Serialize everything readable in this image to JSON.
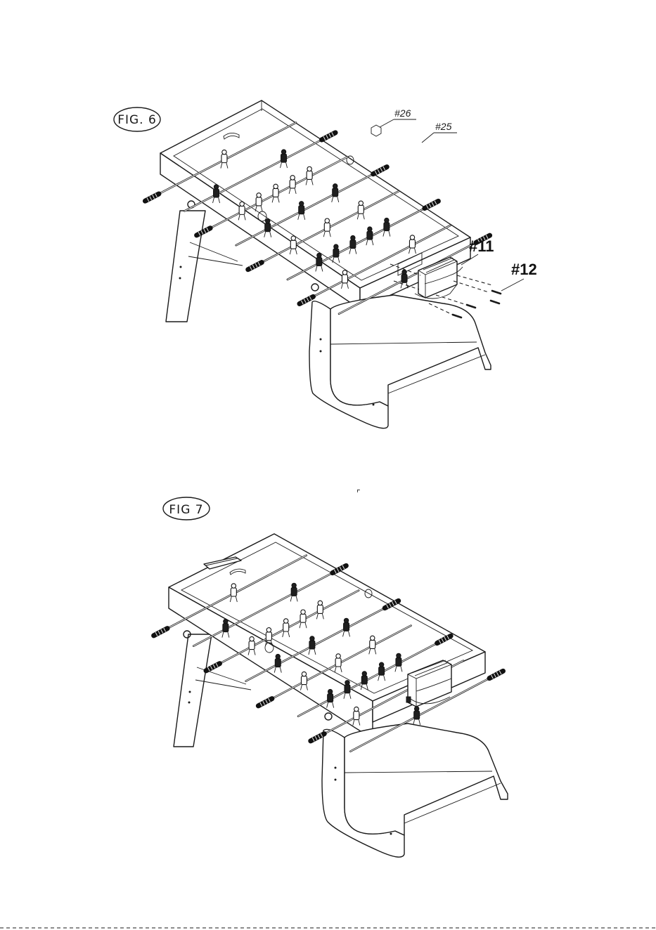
{
  "figures": [
    {
      "id": "fig6",
      "label": "FIG. 6",
      "callouts": {
        "part26": "#26",
        "part25": "#25",
        "part11": "#11",
        "part12": "#12"
      }
    },
    {
      "id": "fig7",
      "label": "FIG 7",
      "callouts": {}
    }
  ],
  "stray_mark": "⌜",
  "footer_rule": "dashed"
}
